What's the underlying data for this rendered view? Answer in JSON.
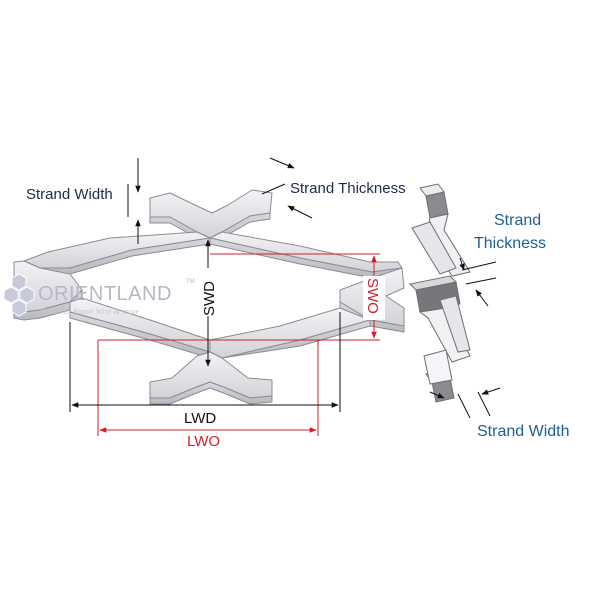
{
  "labels": {
    "strand_width_top": "Strand Width",
    "strand_thickness_top": "Strand Thickness",
    "strand_thickness_side_line1": "Strand",
    "strand_thickness_side_line2": "Thickness",
    "strand_width_side": "Strand Width",
    "swd": "SWD",
    "swo": "SWO",
    "lwd": "LWD",
    "lwo": "LWO"
  },
  "watermark": {
    "brand": "ORIENTLAND",
    "trademark": "TM",
    "tagline": "Gabions, Razor Wire & more"
  },
  "colors": {
    "metal_fill": "#e3e3e7",
    "metal_edge": "#8c8c92",
    "metal_section": "#7a7a7e",
    "dimension_black": "#111111",
    "dimension_red": "#d41d2b",
    "label_dark": "#1d2a4a",
    "label_blue": "#1f5f8f",
    "watermark": "#b7b7c9"
  }
}
